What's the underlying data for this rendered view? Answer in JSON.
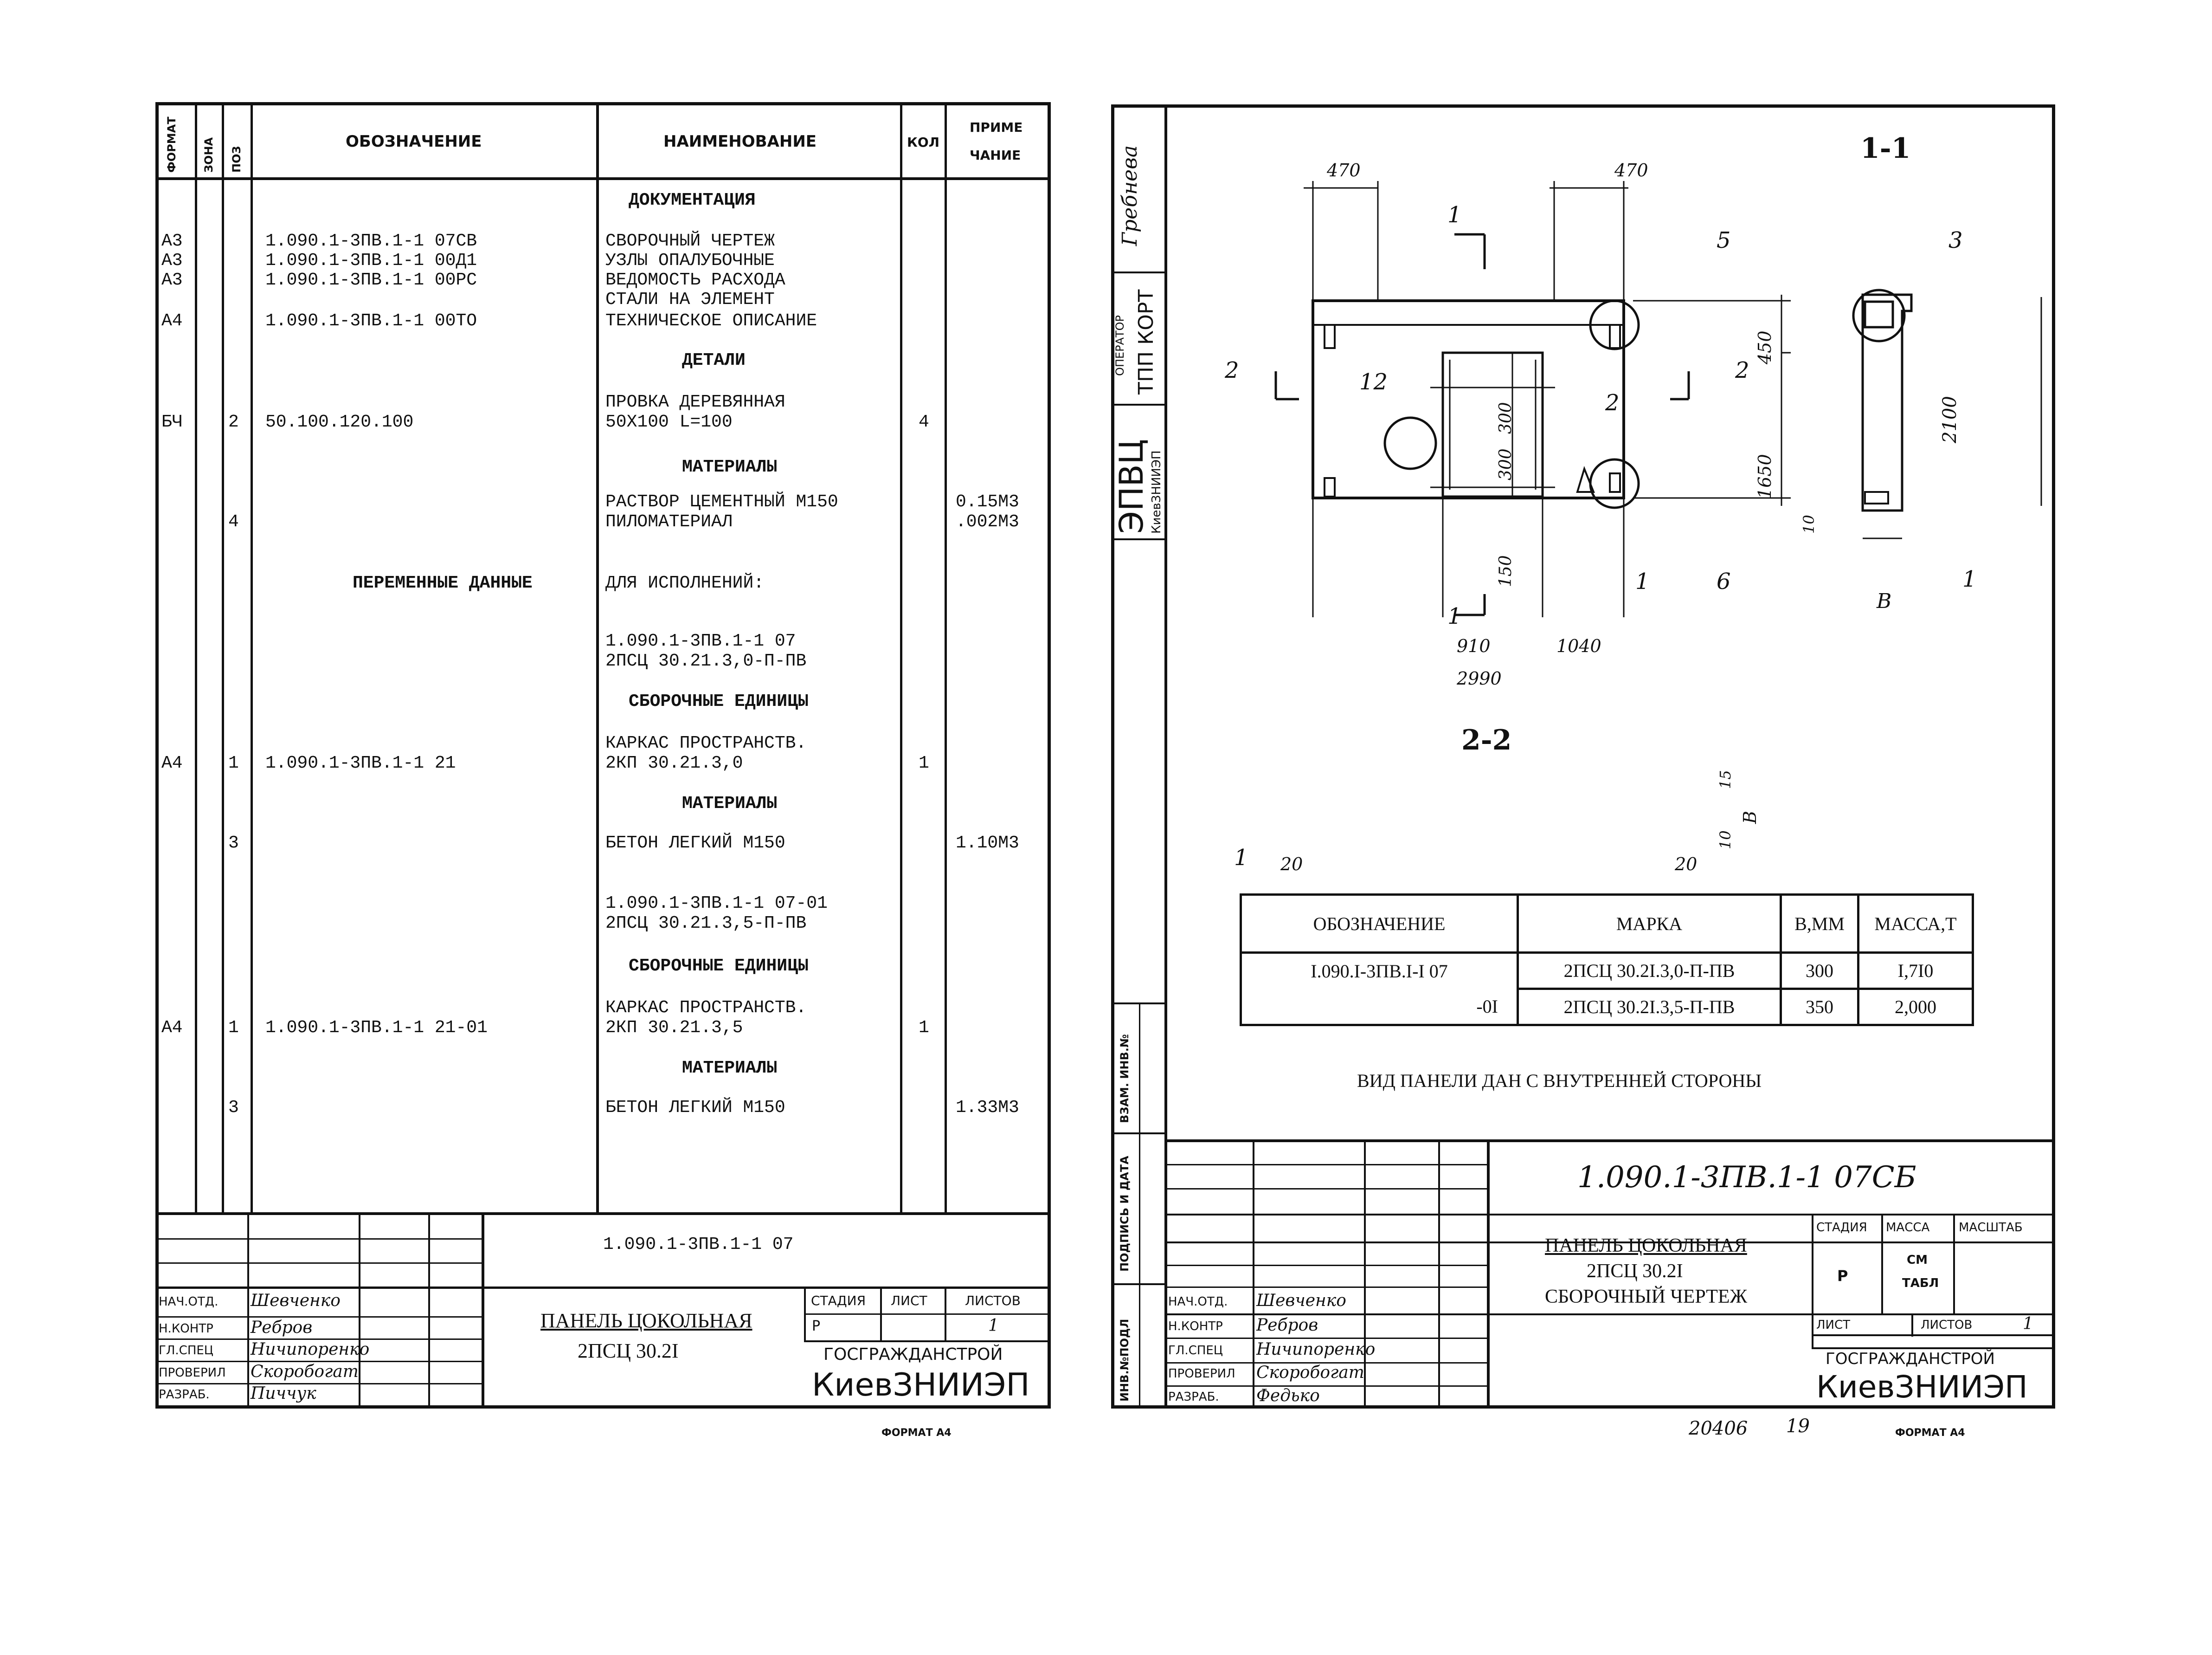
{
  "left": {
    "headers": {
      "format": "ФОРМАТ",
      "zone": "ЗОНА",
      "pos": "ПОЗ",
      "designation": "ОБОЗНАЧЕНИЕ",
      "name": "НАИМЕНОВАНИЕ",
      "qty": "КОЛ",
      "note1": "ПРИМЕ",
      "note2": "ЧАНИЕ"
    },
    "rows": [
      {
        "format": "",
        "zone": "",
        "pos": "",
        "des": "",
        "name": "ДОКУМЕНТАЦИЯ",
        "qty": "",
        "note": "",
        "section": true
      },
      {
        "format": "А3",
        "zone": "",
        "pos": "",
        "des": "1.090.1-3ПВ.1-1 07СВ",
        "name": "СВОРОЧНЫЙ ЧЕРТЕЖ",
        "qty": "",
        "note": ""
      },
      {
        "format": "А3",
        "zone": "",
        "pos": "",
        "des": "1.090.1-3ПВ.1-1 00Д1",
        "name": "УЗЛЫ ОПАЛУБОЧНЫЕ",
        "qty": "",
        "note": ""
      },
      {
        "format": "А3",
        "zone": "",
        "pos": "",
        "des": "1.090.1-3ПВ.1-1 00РС",
        "name": "ВЕДОМОСТЬ РАСХОДА",
        "qty": "",
        "note": ""
      },
      {
        "format": "",
        "zone": "",
        "pos": "",
        "des": "",
        "name": " СТАЛИ НА ЭЛЕМЕНТ",
        "qty": "",
        "note": ""
      },
      {
        "format": "А4",
        "zone": "",
        "pos": "",
        "des": "1.090.1-3ПВ.1-1 00ТО",
        "name": "ТЕХНИЧЕСКОЕ ОПИСАНИЕ",
        "qty": "",
        "note": ""
      },
      {
        "format": "",
        "zone": "",
        "pos": "",
        "des": "",
        "name": "ДЕТАЛИ",
        "qty": "",
        "note": "",
        "section": true
      },
      {
        "format": "",
        "zone": "",
        "pos": "",
        "des": "",
        "name": "ПРОВКА ДЕРЕВЯННАЯ",
        "qty": "",
        "note": ""
      },
      {
        "format": "БЧ",
        "zone": "",
        "pos": "2",
        "des": "50.100.120.100",
        "name": " 50Х100 L=100",
        "qty": "4",
        "note": ""
      },
      {
        "format": "",
        "zone": "",
        "pos": "",
        "des": "",
        "name": "МАТЕРИАЛЫ",
        "qty": "",
        "note": "",
        "section": true
      },
      {
        "format": "",
        "zone": "",
        "pos": "",
        "des": "",
        "name": "РАСТВОР ЦЕМЕНТНЫЙ М150",
        "qty": "",
        "note": "0.15М3"
      },
      {
        "format": "",
        "zone": "",
        "pos": "4",
        "des": "",
        "name": "ПИЛОМАТЕРИАЛ",
        "qty": "",
        "note": ".002М3"
      },
      {
        "format": "",
        "zone": "",
        "pos": "",
        "des": "ПЕРЕМЕННЫЕ ДАННЫЕ",
        "name": "ДЛЯ ИСПОЛНЕНИЙ:",
        "qty": "",
        "note": ""
      },
      {
        "format": "",
        "zone": "",
        "pos": "",
        "des": "",
        "name": "1.090.1-3ПВ.1-1 07",
        "qty": "",
        "note": ""
      },
      {
        "format": "",
        "zone": "",
        "pos": "",
        "des": "",
        "name": " 2ПСЦ 30.21.3,0-П-ПВ",
        "qty": "",
        "note": ""
      },
      {
        "format": "",
        "zone": "",
        "pos": "",
        "des": "",
        "name": "СБОРОЧНЫЕ ЕДИНИЦЫ",
        "qty": "",
        "note": "",
        "section": true
      },
      {
        "format": "",
        "zone": "",
        "pos": "",
        "des": "",
        "name": "КАРКАС ПРОСТРАНСТВ.",
        "qty": "",
        "note": ""
      },
      {
        "format": "А4",
        "zone": "",
        "pos": "1",
        "des": "1.090.1-3ПВ.1-1 21",
        "name": " 2КП 30.21.3,0",
        "qty": "1",
        "note": ""
      },
      {
        "format": "",
        "zone": "",
        "pos": "",
        "des": "",
        "name": "МАТЕРИАЛЫ",
        "qty": "",
        "note": "",
        "section": true
      },
      {
        "format": "",
        "zone": "",
        "pos": "3",
        "des": "",
        "name": "БЕТОН ЛЕГКИЙ М150",
        "qty": "",
        "note": "1.10М3"
      },
      {
        "format": "",
        "zone": "",
        "pos": "",
        "des": "",
        "name": "1.090.1-3ПВ.1-1 07-01",
        "qty": "",
        "note": ""
      },
      {
        "format": "",
        "zone": "",
        "pos": "",
        "des": "",
        "name": " 2ПСЦ 30.21.3,5-П-ПВ",
        "qty": "",
        "note": ""
      },
      {
        "format": "",
        "zone": "",
        "pos": "",
        "des": "",
        "name": "СБОРОЧНЫЕ ЕДИНИЦЫ",
        "qty": "",
        "note": "",
        "section": true
      },
      {
        "format": "",
        "zone": "",
        "pos": "",
        "des": "",
        "name": "КАРКАС ПРОСТРАНСТВ.",
        "qty": "",
        "note": ""
      },
      {
        "format": "А4",
        "zone": "",
        "pos": "1",
        "des": "1.090.1-3ПВ.1-1 21-01",
        "name": " 2КП 30.21.3,5",
        "qty": "1",
        "note": ""
      },
      {
        "format": "",
        "zone": "",
        "pos": "",
        "des": "",
        "name": "МАТЕРИАЛЫ",
        "qty": "",
        "note": "",
        "section": true
      },
      {
        "format": "",
        "zone": "",
        "pos": "3",
        "des": "",
        "name": "БЕТОН ЛЕГКИЙ М150",
        "qty": "",
        "note": "1.33М3"
      }
    ],
    "title_block": {
      "doc_code": "1.090.1-3ПВ.1-1 07",
      "title_line1": "ПАНЕЛЬ ЦОКОЛЬНАЯ",
      "title_line2": "2ПСЦ 30.2I",
      "roles": [
        "НАЧ.ОТД.",
        "Н.КОНТР",
        "ГЛ.СПЕЦ",
        "ПРОВЕРИЛ",
        "РАЗРАБ."
      ],
      "names": [
        "Шевченко",
        "Ребров",
        "Ничипоренко",
        "Скоробогат",
        "Пиччук"
      ],
      "stage_label": "СТАДИЯ",
      "sheet_label": "ЛИСТ",
      "sheets_label": "ЛИСТОВ",
      "stage": "Р",
      "sheets": "1",
      "org1": "ГОСГРАЖДАНСТРОЙ",
      "org2": "КиевЗНИИЭП"
    },
    "format": "ФОРМАТ А4"
  },
  "right": {
    "side_labels": {
      "author": "Гребнева",
      "operator": "ОПЕРАТОР",
      "tpp": "ТПП КОРТ",
      "epvc": "ЭПВЦ",
      "kiev": "КиевЗНИИЭП",
      "zam": "ВЗАМ. ИНВ.№",
      "podp": "ПОДПИСЬ И ДАТА",
      "inv": "ИНВ.№ПОДЛ"
    },
    "section_11": "1-1",
    "section_22": "2-2",
    "dims": {
      "d470a": "470",
      "d470b": "470",
      "d450": "450",
      "d1650": "1650",
      "d300a": "300",
      "d300b": "300",
      "d150": "150",
      "d910": "910",
      "d1040": "1040",
      "d2990": "2990",
      "d2100": "2100",
      "d10a": "10",
      "d15": "15",
      "d10b": "10",
      "d20a": "20",
      "d20b": "20",
      "dB": "В"
    },
    "marks": {
      "m1a": "1",
      "m1b": "1",
      "m2a": "2",
      "m2b": "2",
      "m2c": "2",
      "m3": "3",
      "m5": "5",
      "m6": "6",
      "m12": "12",
      "m1c": "1",
      "m1d": "1",
      "m1e": "1"
    },
    "table": {
      "headers": [
        "ОБОЗНАЧЕНИЕ",
        "МАРКА",
        "В,ММ",
        "МАССА,Т"
      ],
      "rows": [
        [
          "I.090.I-3ПВ.I-I 07",
          "2ПСЦ 30.2I.3,0-П-ПВ",
          "300",
          "I,7I0"
        ],
        [
          "-0I",
          "2ПСЦ 30.2I.3,5-П-ПВ",
          "350",
          "2,000"
        ]
      ]
    },
    "note": "ВИД ПАНЕЛИ ДАН С ВНУТРЕННЕЙ СТОРОНЫ",
    "title_block": {
      "doc_code": "1.090.1-3ПВ.1-1  07СБ",
      "title_line1": "ПАНЕЛЬ ЦОКОЛЬНАЯ",
      "title_line2": "2ПСЦ 30.2I",
      "title_line3": "СБОРОЧНЫЙ ЧЕРТЕЖ",
      "roles": [
        "НАЧ.ОТД.",
        "Н.КОНТР",
        "ГЛ.СПЕЦ",
        "ПРОВЕРИЛ",
        "РАЗРАБ."
      ],
      "names": [
        "Шевченко",
        "Ребров",
        "Ничипоренко",
        "Скоробогат",
        "Федько"
      ],
      "stage_label": "СТАДИЯ",
      "mass_label": "МАССА",
      "scale_label": "МАСШТАБ",
      "stage": "Р",
      "mass1": "СМ",
      "mass2": "ТАБЛ",
      "sheet_label": "ЛИСТ",
      "sheets_label": "ЛИСТОВ",
      "sheets": "1",
      "org1": "ГОСГРАЖДАНСТРОЙ",
      "org2": "КиевЗНИИЭП"
    },
    "footer_num": "20406",
    "footer_page": "19",
    "format": "ФОРМАТ А4"
  }
}
